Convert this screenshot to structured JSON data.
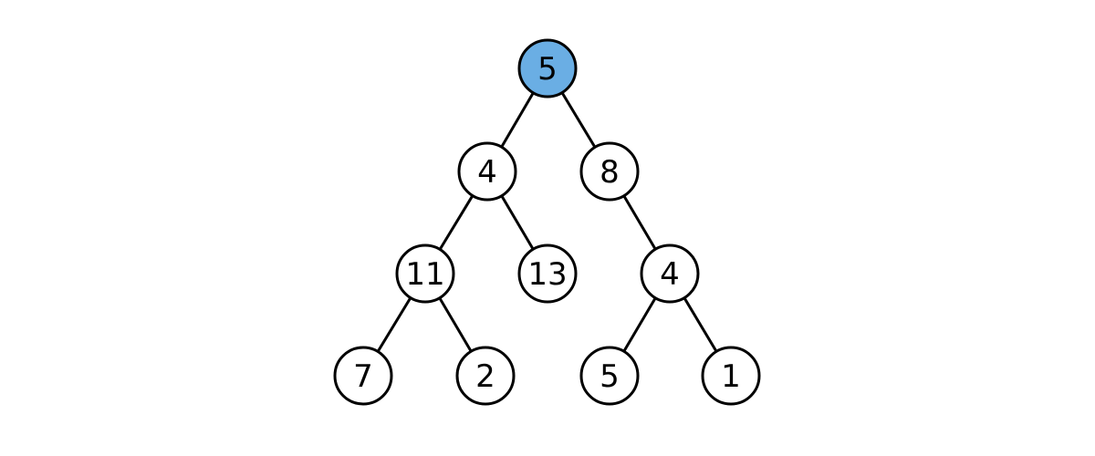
{
  "colors": {
    "highlight": "#6aaee4",
    "node_fill": "#ffffff",
    "stroke": "#000000"
  },
  "tree": {
    "nodes": [
      {
        "id": "root",
        "label": "5",
        "highlighted": true
      },
      {
        "id": "l",
        "label": "4",
        "highlighted": false
      },
      {
        "id": "r",
        "label": "8",
        "highlighted": false
      },
      {
        "id": "ll",
        "label": "11",
        "highlighted": false
      },
      {
        "id": "lr",
        "label": "13",
        "highlighted": false
      },
      {
        "id": "rr",
        "label": "4",
        "highlighted": false
      },
      {
        "id": "lll",
        "label": "7",
        "highlighted": false
      },
      {
        "id": "llr",
        "label": "2",
        "highlighted": false
      },
      {
        "id": "rrl",
        "label": "5",
        "highlighted": false
      },
      {
        "id": "rrr",
        "label": "1",
        "highlighted": false
      }
    ],
    "edges": [
      [
        "root",
        "l"
      ],
      [
        "root",
        "r"
      ],
      [
        "l",
        "ll"
      ],
      [
        "l",
        "lr"
      ],
      [
        "r",
        "rr"
      ],
      [
        "ll",
        "lll"
      ],
      [
        "ll",
        "llr"
      ],
      [
        "rr",
        "rrl"
      ],
      [
        "rr",
        "rrr"
      ]
    ]
  }
}
